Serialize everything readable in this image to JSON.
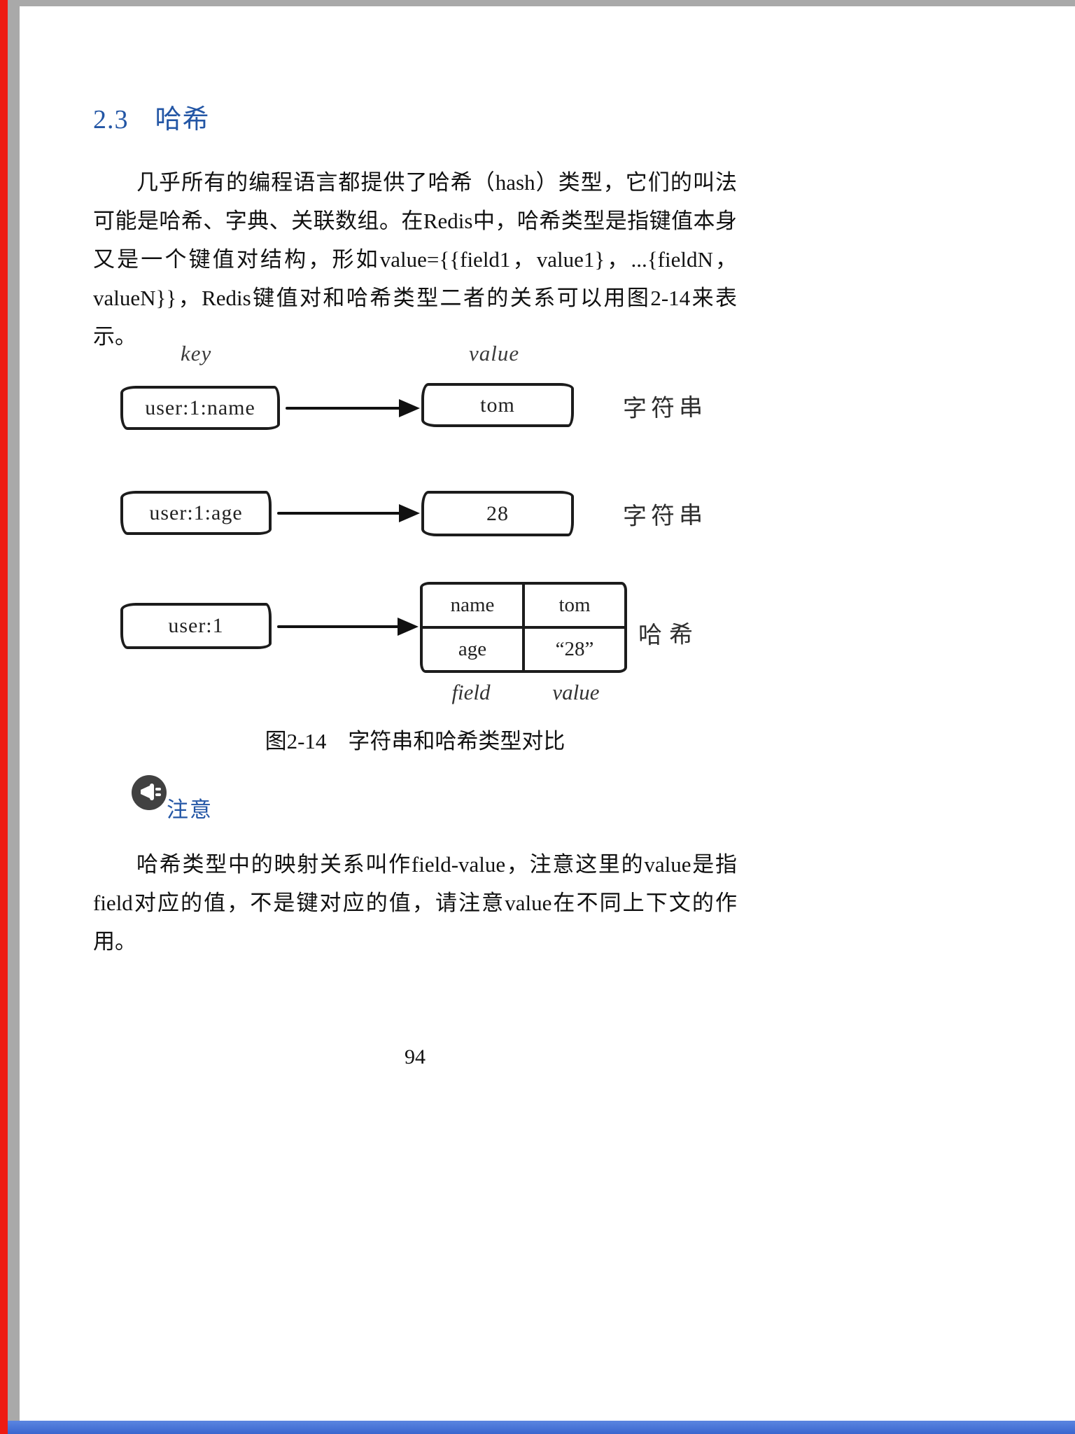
{
  "colors": {
    "accent_blue": "#2356a5",
    "left_bar_red": "#ee1b12",
    "bottom_bar_blue": "#3a66cf",
    "surround_gray": "#a9a9a9"
  },
  "heading": {
    "number": "2.3",
    "title": "哈希"
  },
  "paragraphs": {
    "p1": "几乎所有的编程语言都提供了哈希（hash）类型，它们的叫法可能是哈希、字典、关联数组。在Redis中，哈希类型是指键值本身又是一个键值对结构，形如value={{field1，value1}，...{fieldN，valueN}}，Redis键值对和哈希类型二者的关系可以用图2-14来表示。",
    "p2": "哈希类型中的映射关系叫作field-value，注意这里的value是指field对应的值，不是键对应的值，请注意value在不同上下文的作用。"
  },
  "figure": {
    "key_header": "key",
    "value_header": "value",
    "row1": {
      "key": "user:1:name",
      "value": "tom",
      "type_label": "字符串"
    },
    "row2": {
      "key": "user:1:age",
      "value": "28",
      "type_label": "字符串"
    },
    "row3": {
      "key": "user:1",
      "type_label": "哈希",
      "cells": {
        "r1c1": "name",
        "r1c2": "tom",
        "r2c1": "age",
        "r2c2": "“28”"
      },
      "footer": {
        "field": "field",
        "value": "value"
      }
    },
    "caption": "图2-14　字符串和哈希类型对比"
  },
  "note": {
    "label": "注意"
  },
  "page_number": "94"
}
